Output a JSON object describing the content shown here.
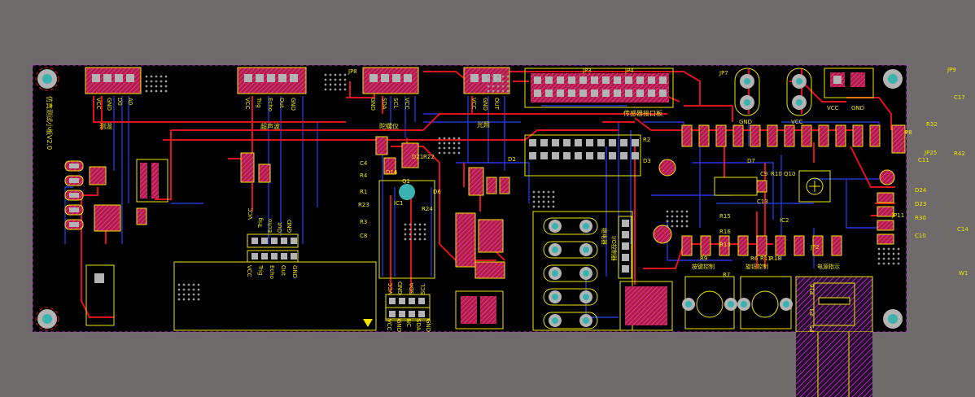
{
  "board": {
    "title_vertical": "仿真测试小板V2.0",
    "palette": {
      "background": "#6f6b6b",
      "board": "#000000",
      "outline": "#c23bd1",
      "trace_top": "#e0121e",
      "trace_bottom": "#2436d8",
      "silk": "#f2e600",
      "pad": "#b3b3b3",
      "hole": "#3ab3b0"
    }
  },
  "headers": {
    "h1": [
      "VCC",
      "GND",
      "D0",
      "A0"
    ],
    "h2": [
      "VCC",
      "Trig",
      "Echo",
      "Out",
      "GND"
    ],
    "h3": [
      "GND",
      "SDA",
      "SCL",
      "VCC"
    ],
    "h4": [
      "VCC",
      "GND",
      "OUT"
    ],
    "h5": [
      "VCC",
      "Trig",
      "Echo",
      "Out",
      "GND"
    ],
    "h6": [
      "VCC",
      "Trig",
      "Echo",
      "Out",
      "GND"
    ],
    "h7": [
      "VCC",
      "GND",
      "SDA",
      "SCL"
    ],
    "h8": [
      "VCC",
      "GND",
      "NC",
      "SDA",
      "GND"
    ],
    "jp7": [
      "GND",
      "VCC"
    ],
    "pwr": [
      "VCC",
      "GND"
    ]
  },
  "sections": {
    "temp": "测温",
    "ultrasonic": "超声波",
    "gyro": "陀螺仪",
    "infra": "光照",
    "sensor_board": "传感器接口板",
    "rotary": "旋钮控制",
    "key_ctrl": "按键控制",
    "extra": "电源指示",
    "relay": "继电器",
    "io_ctrl": "I/O控制器"
  },
  "refs": {
    "jp8": "JP8",
    "jp3": "JP3",
    "jp4": "JP4",
    "jp7": "JP7",
    "jp9": "JP9",
    "c17": "C17",
    "r32": "R32",
    "jp25": "JP25",
    "r42": "R42",
    "c11": "C11",
    "d24": "D24",
    "d23": "D23",
    "c14": "C14",
    "r30": "R30",
    "c10": "C10",
    "w1": "W1",
    "c4": "C4",
    "r4": "R4",
    "r1": "R1",
    "r23": "R23",
    "r3": "R3",
    "c8": "C8",
    "ic1": "IC1",
    "q1": "Q1",
    "d6": "D6",
    "r24": "R24",
    "r22": "R22",
    "d21": "D21",
    "d14": "D14",
    "d2": "D2",
    "r2": "R2",
    "d3": "D3",
    "ic2": "IC2",
    "r15": "R15",
    "r16": "R16",
    "r13": "R13",
    "r9": "R9",
    "r11": "R11",
    "r18": "R18",
    "r6": "R6",
    "r10": "R10",
    "q10": "Q10",
    "c9": "C9",
    "d7": "D7",
    "c13": "C13",
    "p8": "P8",
    "r7": "R7",
    "p3": "P3",
    "p16": "P16",
    "jp2": "JP2",
    "jp11": "JP11",
    "p5": "P5"
  }
}
